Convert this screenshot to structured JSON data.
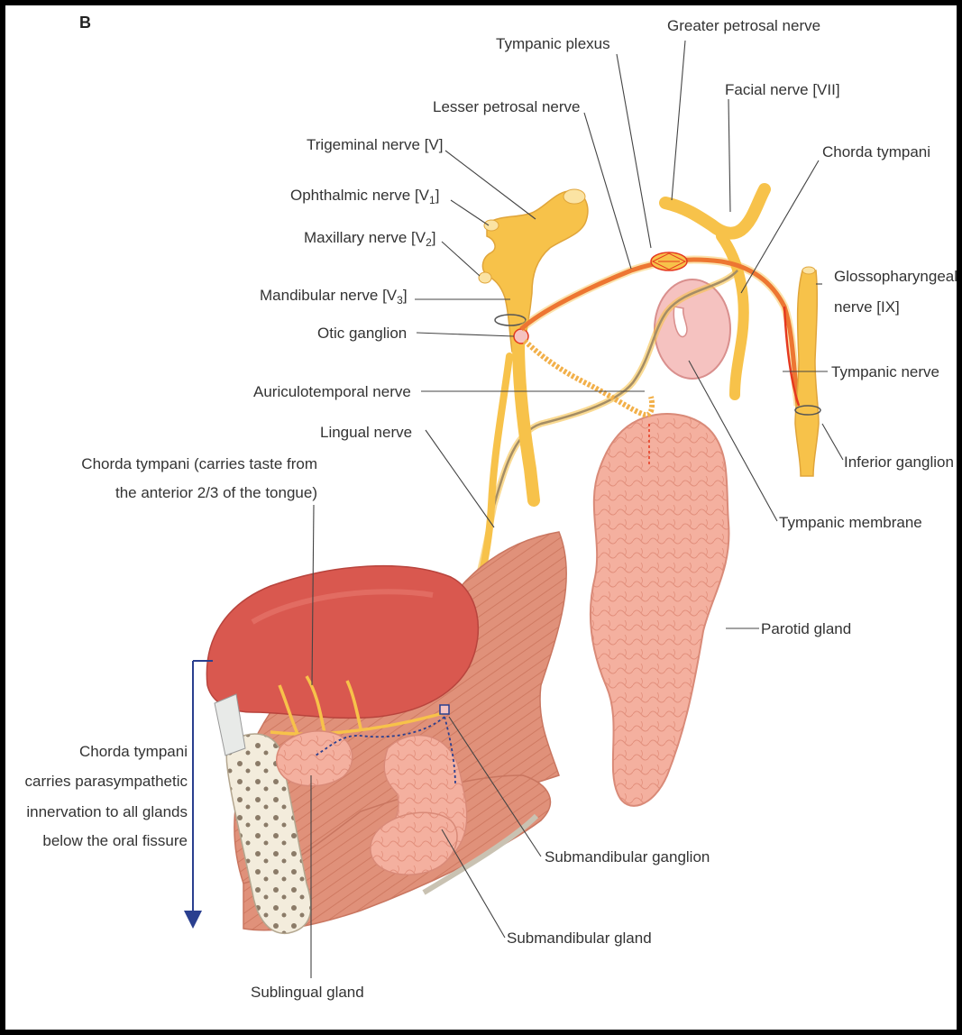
{
  "panel_letter": "B",
  "labels": {
    "tympanic_plexus": "Tympanic plexus",
    "greater_petrosal_nerve": "Greater petrosal nerve",
    "facial_nerve": "Facial nerve [VII]",
    "lesser_petrosal_nerve": "Lesser petrosal nerve",
    "trigeminal_nerve": "Trigeminal nerve [V]",
    "chorda_tympani_top": "Chorda tympani",
    "ophthalmic_nerve": "Ophthalmic nerve [V",
    "ophthalmic_sub": "1",
    "maxillary_nerve": "Maxillary nerve [V",
    "maxillary_sub": "2",
    "mandibular_nerve": "Mandibular nerve [V",
    "mandibular_sub": "3",
    "bracket_close": "]",
    "glossopharyngeal_line1": "Glossopharyngeal",
    "glossopharyngeal_line2": "nerve [IX]",
    "otic_ganglion": "Otic ganglion",
    "tympanic_nerve": "Tympanic nerve",
    "auriculotemporal_nerve": "Auriculotemporal nerve",
    "lingual_nerve": "Lingual nerve",
    "inferior_ganglion": "Inferior ganglion",
    "chorda_taste_line1": "Chorda tympani (carries taste from",
    "chorda_taste_line2": "the anterior 2/3 of the tongue)",
    "tympanic_membrane": "Tympanic membrane",
    "parotid_gland": "Parotid gland",
    "chorda_para_line1": "Chorda tympani",
    "chorda_para_line2": "carries parasympathetic",
    "chorda_para_line3": "innervation to all glands",
    "chorda_para_line4": "below the oral fissure",
    "submandibular_ganglion": "Submandibular ganglion",
    "submandibular_gland": "Submandibular gland",
    "sublingual_gland": "Sublingual gland"
  },
  "colors": {
    "nerve_yellow": "#f7c24a",
    "nerve_outline": "#e0a53a",
    "parasympathetic_red": "#e5391f",
    "gland_pink": "#f2a796",
    "tongue_red": "#d9584f",
    "muscle": "#de8a6f",
    "bone": "#f0ead9",
    "arrow_blue": "#2a3f8f",
    "frame": "#000000"
  }
}
